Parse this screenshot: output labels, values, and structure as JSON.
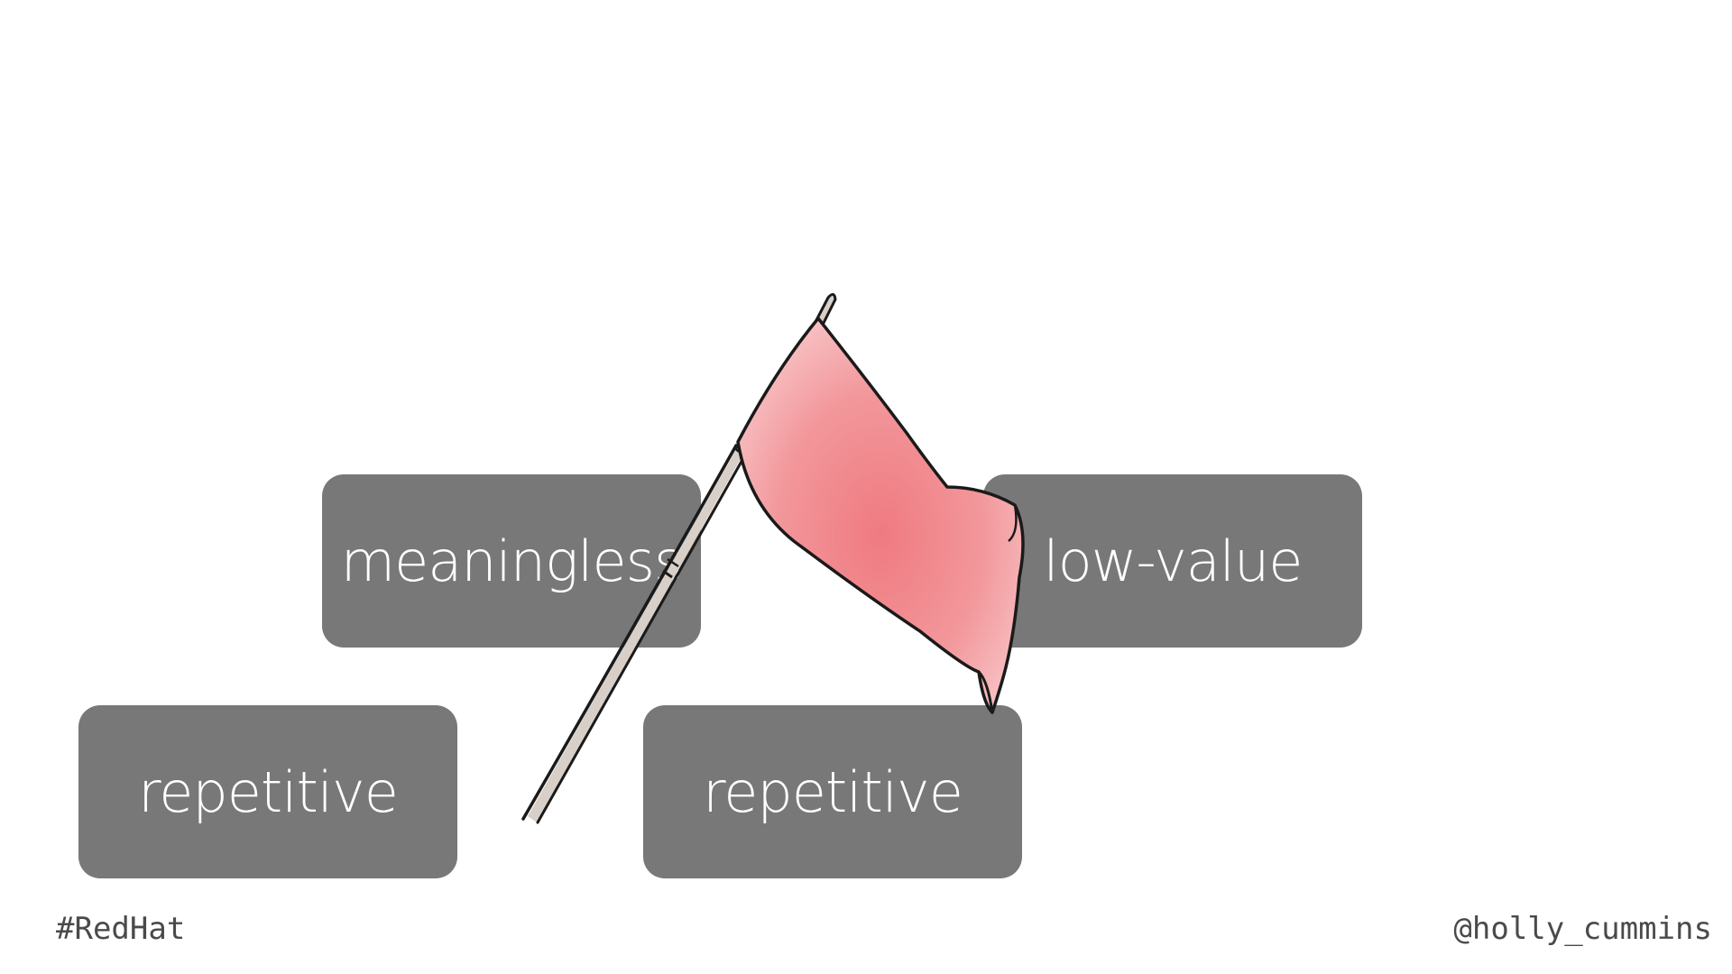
{
  "boxes": {
    "meaningless": "meaningless",
    "low_value": "low-value",
    "repetitive_left": "repetitive",
    "repetitive_middle": "repetitive"
  },
  "illustration": {
    "icon": "red-flag-icon",
    "flag_color": "#f08080",
    "pole_color": "#d8cfc8"
  },
  "footer": {
    "hashtag": "#RedHat",
    "handle": "@holly_cummins"
  },
  "colors": {
    "box_background": "#787878",
    "box_text": "#ffffff",
    "footer_text": "#4a4a4a",
    "background": "#ffffff"
  }
}
